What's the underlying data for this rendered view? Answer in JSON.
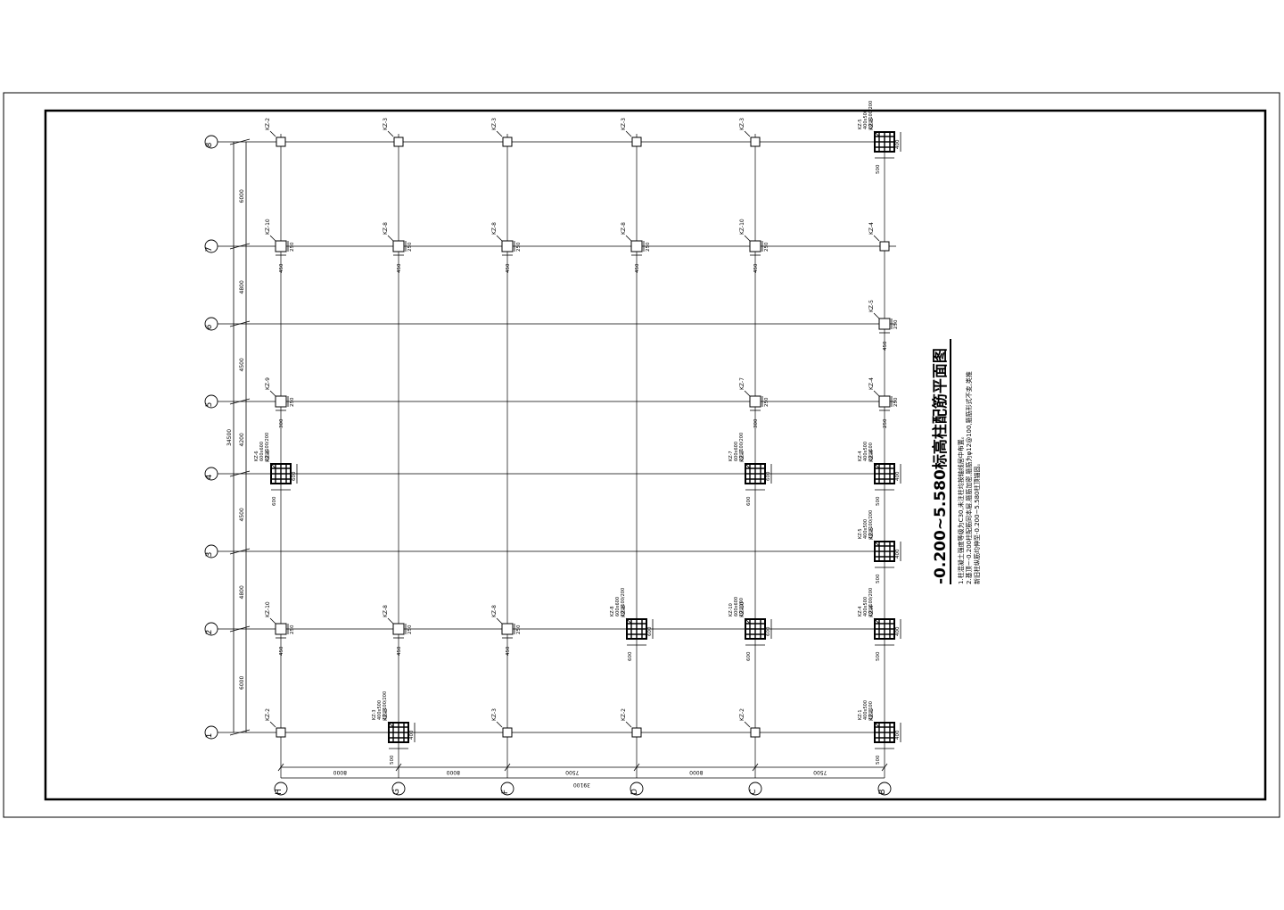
{
  "drawing": {
    "title": "-0.200~5.580标高柱配筋平面图",
    "notes": [
      "1.柱混凝土强度等级为C30,未注柱均按轴线居中布置。",
      "2.基顶~-0.200柱配筋同本层,箍筋加密,箍筋为φ12@100,箍筋形式不变,类推",
      "新旧柱纵筋均伸至-0.200~5.580柱顶锚固。"
    ],
    "col_axes": [
      "H",
      "G",
      "F",
      "D",
      "C",
      "B"
    ],
    "row_axes": [
      "8",
      "7",
      "6",
      "5",
      "4",
      "3",
      "2",
      "1"
    ],
    "col_dims": [
      "8000",
      "8000",
      "7500",
      "8000",
      "7500"
    ],
    "col_total": "39100",
    "row_dims": [
      "6000",
      "4800",
      "4500",
      "4200",
      "4500",
      "4800",
      "6000"
    ],
    "row_total": "34500",
    "columns": [
      {
        "label": "KZ-2",
        "row": "8",
        "col": "H",
        "type": "plain"
      },
      {
        "label": "KZ-3",
        "row": "8",
        "col": "G",
        "type": "plain"
      },
      {
        "label": "KZ-3",
        "row": "8",
        "col": "F",
        "type": "plain"
      },
      {
        "label": "KZ-3",
        "row": "8",
        "col": "D",
        "type": "plain"
      },
      {
        "label": "KZ-3",
        "row": "8",
        "col": "C",
        "type": "plain"
      },
      {
        "label": "KZ-5",
        "row": "8",
        "col": "B",
        "type": "rebar",
        "dims": [
          "400",
          "500"
        ],
        "spec": [
          "KZ-5",
          "400x500",
          "10@100/200"
        ]
      },
      {
        "label": "KZ-10",
        "row": "7",
        "col": "H",
        "type": "dims",
        "dims": [
          "250",
          "450"
        ]
      },
      {
        "label": "KZ-8",
        "row": "7",
        "col": "G",
        "type": "dims",
        "dims": [
          "250",
          "450"
        ]
      },
      {
        "label": "KZ-8",
        "row": "7",
        "col": "F",
        "type": "dims",
        "dims": [
          "250",
          "450"
        ]
      },
      {
        "label": "KZ-8",
        "row": "7",
        "col": "D",
        "type": "dims",
        "dims": [
          "250",
          "450"
        ]
      },
      {
        "label": "KZ-10",
        "row": "7",
        "col": "C",
        "type": "dims",
        "dims": [
          "250",
          "450"
        ]
      },
      {
        "label": "KZ-4",
        "row": "7",
        "col": "B",
        "type": "plain"
      },
      {
        "label": "KZ-5",
        "row": "6",
        "col": "B",
        "type": "dims",
        "dims": [
          "250",
          "450"
        ]
      },
      {
        "label": "KZ-9",
        "row": "5",
        "col": "H",
        "type": "dims",
        "dims": [
          "250",
          "300"
        ]
      },
      {
        "label": "KZ-7",
        "row": "5",
        "col": "C",
        "type": "dims",
        "dims": [
          "250",
          "300"
        ]
      },
      {
        "label": "KZ-4",
        "row": "5",
        "col": "B",
        "type": "dims",
        "dims": [
          "250",
          "250"
        ]
      },
      {
        "label": "KZ-6",
        "row": "4",
        "col": "H",
        "type": "rebar",
        "dims": [
          "600",
          "600"
        ],
        "spec": [
          "KZ-6",
          "600x600",
          "10@100/200"
        ]
      },
      {
        "label": "KZ-7",
        "row": "4",
        "col": "C",
        "type": "rebar",
        "dims": [
          "600",
          "600"
        ],
        "spec": [
          "KZ-7",
          "600x600",
          "10@100/200"
        ]
      },
      {
        "label": "KZ-4",
        "row": "4",
        "col": "B",
        "type": "rebar",
        "dims": [
          "400",
          "500"
        ],
        "spec": [
          "KZ-4",
          "400x500",
          "10@100"
        ]
      },
      {
        "label": "KZ-5",
        "row": "3",
        "col": "B",
        "type": "rebar",
        "dims": [
          "400",
          "500"
        ],
        "spec": [
          "KZ-5",
          "400x500",
          "10@100/200"
        ]
      },
      {
        "label": "KZ-10",
        "row": "2",
        "col": "H",
        "type": "dims",
        "dims": [
          "250",
          "450"
        ]
      },
      {
        "label": "KZ-8",
        "row": "2",
        "col": "G",
        "type": "dims",
        "dims": [
          "250",
          "450"
        ]
      },
      {
        "label": "KZ-8",
        "row": "2",
        "col": "F",
        "type": "dims",
        "dims": [
          "250",
          "450"
        ]
      },
      {
        "label": "KZ-8",
        "row": "2",
        "col": "D",
        "type": "rebar",
        "dims": [
          "600",
          "600"
        ],
        "spec": [
          "KZ-8",
          "600x600",
          "10@100/200"
        ]
      },
      {
        "label": "KZ-10",
        "row": "2",
        "col": "C",
        "type": "rebar",
        "dims": [
          "600",
          "600"
        ],
        "spec": [
          "KZ-10",
          "600x600",
          "10@100"
        ]
      },
      {
        "label": "KZ-4",
        "row": "2",
        "col": "B",
        "type": "rebar",
        "dims": [
          "400",
          "500"
        ],
        "spec": [
          "KZ-4",
          "400x500",
          "10@100/200"
        ]
      },
      {
        "label": "KZ-2",
        "row": "1",
        "col": "H",
        "type": "plain"
      },
      {
        "label": "KZ-3",
        "row": "1",
        "col": "G",
        "type": "rebar",
        "dims": [
          "400",
          "500"
        ],
        "spec": [
          "KZ-3",
          "400x500",
          "10@100/200"
        ]
      },
      {
        "label": "KZ-3",
        "row": "1",
        "col": "F",
        "type": "plain"
      },
      {
        "label": "KZ-2",
        "row": "1",
        "col": "D",
        "type": "plain"
      },
      {
        "label": "KZ-2",
        "row": "1",
        "col": "C",
        "type": "plain"
      },
      {
        "label": "KZ-1",
        "row": "1",
        "col": "B",
        "type": "rebar",
        "dims": [
          "400",
          "500"
        ],
        "spec": [
          "KZ-1",
          "400x500",
          "10@100"
        ]
      }
    ]
  }
}
